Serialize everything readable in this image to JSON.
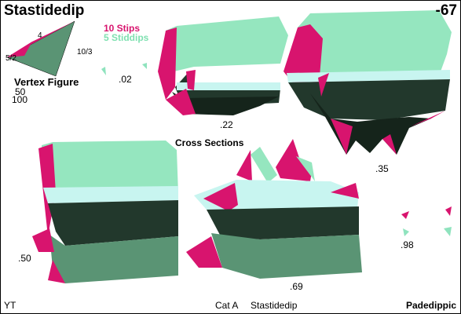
{
  "header": {
    "title": "Stastidedip",
    "code": "-67"
  },
  "legend": {
    "line1": "10 Stips",
    "line2": "5 Stiddips",
    "color1": "#d8146e",
    "color2": "#7ee0b0"
  },
  "vertex_figure": {
    "title": "Vertex Figure",
    "num1": "50",
    "num2": "100",
    "labels": [
      "4",
      "5/2",
      "10/3"
    ]
  },
  "cross_sections": {
    "title": "Cross Sections",
    "values": [
      ".02",
      ".22",
      ".35",
      ".50",
      ".69",
      ".98"
    ]
  },
  "footer": {
    "left": "YT",
    "category": "Cat A",
    "name": "Stastidedip",
    "right": "Padedippic"
  },
  "colors": {
    "magenta": "#d8146e",
    "mint": "#95e6bf",
    "cyan": "#c8f5f0",
    "dark": "#22382c",
    "darker": "#15241b",
    "midgreen": "#5a9474"
  }
}
